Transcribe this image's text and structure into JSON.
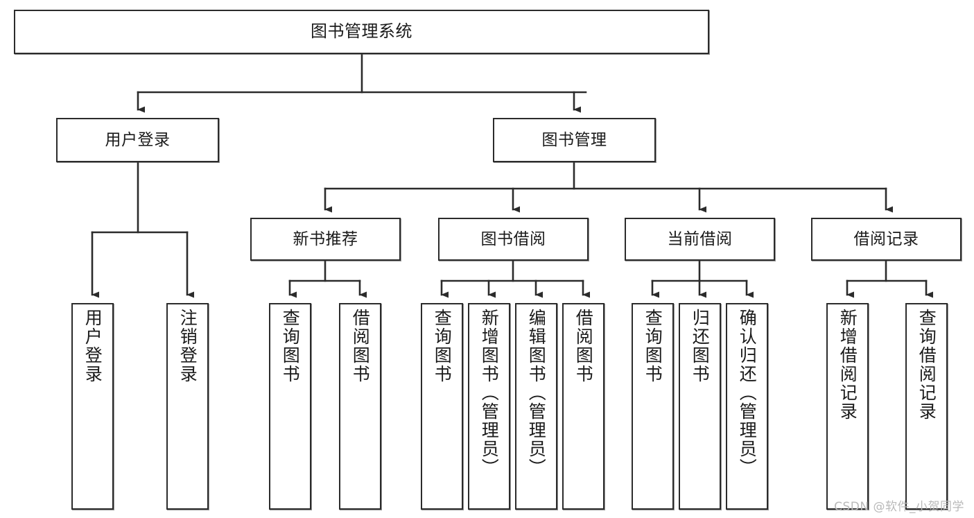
{
  "diagram": {
    "title": "图书管理系统",
    "type": "functional-structure-tree",
    "orientation": "top-down",
    "line_color": "#2b2b2b",
    "box_fill": "#ffffff",
    "text_color": "#1a1a1a"
  },
  "watermark": {
    "text": "CSDN @软件_小贺同学",
    "color": "#b9b9b9"
  },
  "nodes": {
    "root": {
      "label": "图书管理系统"
    },
    "level2": [
      {
        "label": "用户登录"
      },
      {
        "label": "图书管理"
      }
    ],
    "level3": [
      {
        "label": "新书推荐"
      },
      {
        "label": "图书借阅"
      },
      {
        "label": "当前借阅"
      },
      {
        "label": "借阅记录"
      }
    ],
    "leaves": {
      "user_login": [
        {
          "label": "用户登录"
        },
        {
          "label": "注销登录"
        }
      ],
      "new_book_recommend": [
        {
          "label": "查询图书"
        },
        {
          "label": "借阅图书"
        }
      ],
      "book_borrow": [
        {
          "label": "查询图书"
        },
        {
          "label": "新增图书（管理员）"
        },
        {
          "label": "编辑图书（管理员）"
        },
        {
          "label": "借阅图书"
        }
      ],
      "current_borrow": [
        {
          "label": "查询图书"
        },
        {
          "label": "归还图书"
        },
        {
          "label": "确认归还（管理员）"
        }
      ],
      "borrow_record": [
        {
          "label": "新增借阅记录"
        },
        {
          "label": "查询借阅记录"
        }
      ]
    }
  }
}
